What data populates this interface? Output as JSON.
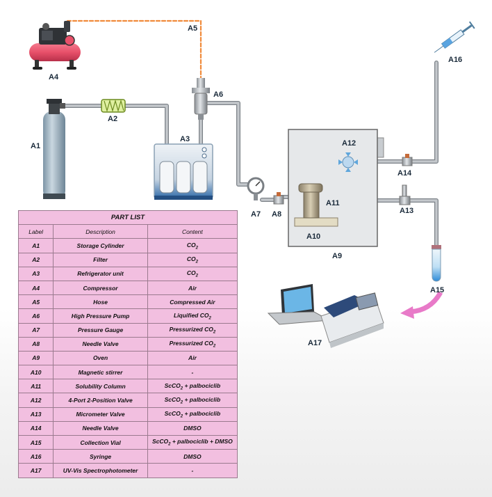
{
  "labels": {
    "A1": "A1",
    "A2": "A2",
    "A3": "A3",
    "A4": "A4",
    "A5": "A5",
    "A6": "A6",
    "A7": "A7",
    "A8": "A8",
    "A9": "A9",
    "A10": "A10",
    "A11": "A11",
    "A12": "A12",
    "A13": "A13",
    "A14": "A14",
    "A15": "A15",
    "A16": "A16",
    "A17": "A17"
  },
  "table": {
    "title": "PART LIST",
    "headers": [
      "Label",
      "Description",
      "Content"
    ],
    "rows": [
      {
        "label": "A1",
        "description": "Storage Cylinder",
        "content": "CO",
        "sub": "2",
        "suffix": ""
      },
      {
        "label": "A2",
        "description": "Filter",
        "content": "CO",
        "sub": "2",
        "suffix": ""
      },
      {
        "label": "A3",
        "description": "Refrigerator unit",
        "content": "CO",
        "sub": "2",
        "suffix": ""
      },
      {
        "label": "A4",
        "description": "Compressor",
        "content": "Air",
        "sub": "",
        "suffix": ""
      },
      {
        "label": "A5",
        "description": "Hose",
        "content": "Compressed Air",
        "sub": "",
        "suffix": ""
      },
      {
        "label": "A6",
        "description": "High Pressure Pump",
        "content": "Liquified CO",
        "sub": "2",
        "suffix": ""
      },
      {
        "label": "A7",
        "description": "Pressure Gauge",
        "content": "Pressurized CO",
        "sub": "2",
        "suffix": ""
      },
      {
        "label": "A8",
        "description": "Needle Valve",
        "content": "Pressurized CO",
        "sub": "2",
        "suffix": ""
      },
      {
        "label": "A9",
        "description": "Oven",
        "content": "Air",
        "sub": "",
        "suffix": ""
      },
      {
        "label": "A10",
        "description": "Magnetic stirrer",
        "content": "-",
        "sub": "",
        "suffix": ""
      },
      {
        "label": "A11",
        "description": "Solubility Column",
        "content": "ScCO",
        "sub": "2",
        "suffix": " + palbociclib"
      },
      {
        "label": "A12",
        "description": "4-Port 2-Position Valve",
        "content": "ScCO",
        "sub": "2",
        "suffix": " + palbociclib"
      },
      {
        "label": "A13",
        "description": "Micrometer Valve",
        "content": "ScCO",
        "sub": "2",
        "suffix": " + palbociclib"
      },
      {
        "label": "A14",
        "description": "Needle Valve",
        "content": "DMSO",
        "sub": "",
        "suffix": ""
      },
      {
        "label": "A15",
        "description": "Collection Vial",
        "content": "ScCO",
        "sub": "2",
        "suffix": " + palbociclib + DMSO"
      },
      {
        "label": "A16",
        "description": "Syringe",
        "content": "DMSO",
        "sub": "",
        "suffix": ""
      },
      {
        "label": "A17",
        "description": "UV-Vis Spectrophotometer",
        "content": "-",
        "sub": "",
        "suffix": ""
      }
    ]
  },
  "colors": {
    "pipe": "#b8bcc0",
    "pipe_edge": "#7c8288",
    "hose": "#f08a3a",
    "table_bg": "#f2bfe0",
    "cylinder": "#9fb4c2",
    "compressor_tank": "#e8506a",
    "oven": "#e6e8ea",
    "arrow": "#e87ac8",
    "label_text": "#1a2a3a"
  },
  "icons": [
    "air-compressor-icon",
    "gas-cylinder-icon",
    "filter-icon",
    "refrigerator-unit-icon",
    "high-pressure-pump-icon",
    "pressure-gauge-icon",
    "needle-valve-icon",
    "oven-icon",
    "magnetic-stirrer-icon",
    "solubility-column-icon",
    "four-port-valve-icon",
    "micrometer-valve-icon",
    "collection-vial-icon",
    "syringe-icon",
    "laptop-icon",
    "spectrophotometer-icon",
    "flow-arrow-icon"
  ]
}
